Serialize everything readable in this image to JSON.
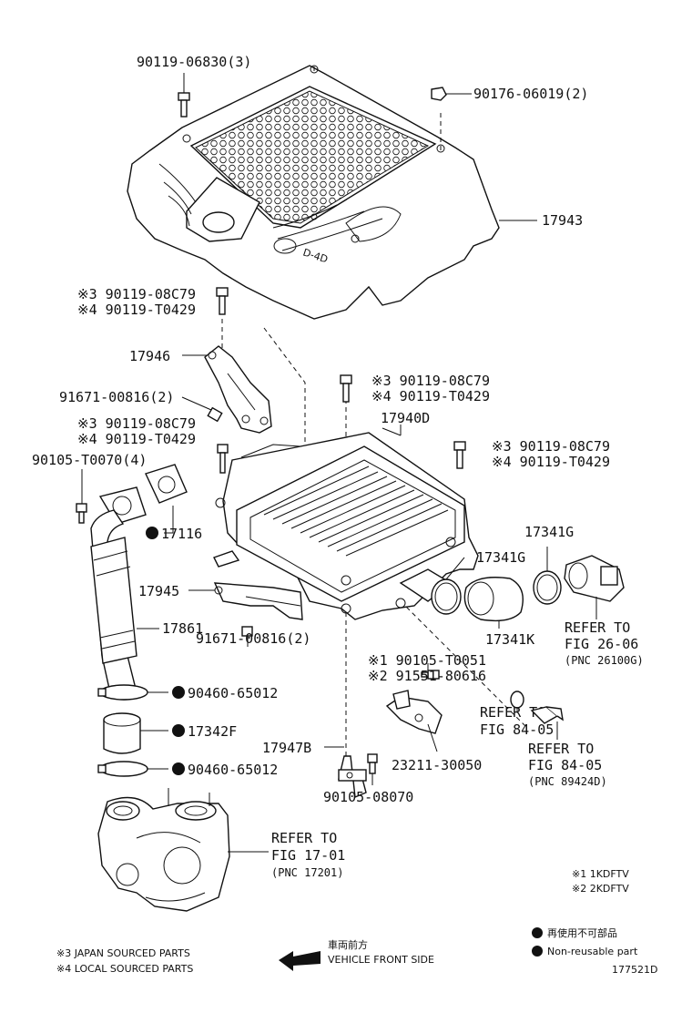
{
  "labels": {
    "p90119_06830": "90119-06830(3)",
    "p90176_06019": "90176-06019(2)",
    "p17943": "17943",
    "p90119_08C79_a": "※3 90119-08C79",
    "p90119_T0429_a": "※4 90119-T0429",
    "p17946": "17946",
    "p90119_08C79_b": "※3 90119-08C79",
    "p90119_T0429_b": "※4 90119-T0429",
    "p91671_a": "91671-00816(2)",
    "p17940D": "17940D",
    "p90119_08C79_c": "※3 90119-08C79",
    "p90119_T0429_c": "※4 90119-T0429",
    "p90119_08C79_d": "※3 90119-08C79",
    "p90119_T0429_d": "※4 90119-T0429",
    "p90105_T0070": "90105-T0070(4)",
    "p17116": "17116",
    "p17341G_a": "17341G",
    "p17341G_b": "17341G",
    "p17945": "17945",
    "p17861": "17861",
    "p17341K": "17341K",
    "refer_26_1": "REFER TO",
    "refer_26_2": "FIG 26-06",
    "refer_26_3": "(PNC 26100G)",
    "p91671_b": "91671-00816(2)",
    "p90105_T0051": "※1 90105-T0051",
    "p91551_80616": "※2 91551-80616",
    "p90460_a": "90460-65012",
    "refer_84a_1": "REFER TO",
    "refer_84a_2": "FIG 84-05",
    "p17342F": "17342F",
    "refer_84b_1": "REFER TO",
    "refer_84b_2": "FIG 84-05",
    "refer_84b_3": "(PNC 89424D)",
    "p17947B": "17947B",
    "p23211_30050": "23211-30050",
    "p90460_b": "90460-65012",
    "p90105_08070": "90105-08070",
    "refer_17_1": "REFER TO",
    "refer_17_2": "FIG 17-01",
    "refer_17_3": "(PNC 17201)"
  },
  "notes": {
    "engine1": "※1 1KDFTV",
    "engine2": "※2 2KDFTV",
    "japan": "※3 JAPAN SOURCED PARTS",
    "local": "※4 LOCAL SOURCED PARTS",
    "front_jp": "車両前方",
    "front_en": "VEHICLE FRONT SIDE",
    "nonreuse_jp": "再使用不可部品",
    "nonreuse_en": "Non-reusable part",
    "diagram_id": "177521D",
    "brand_text": "D-4D"
  },
  "icons": {
    "filled_dot": "non-reusable-marker",
    "arrow": "front-direction-arrow"
  }
}
